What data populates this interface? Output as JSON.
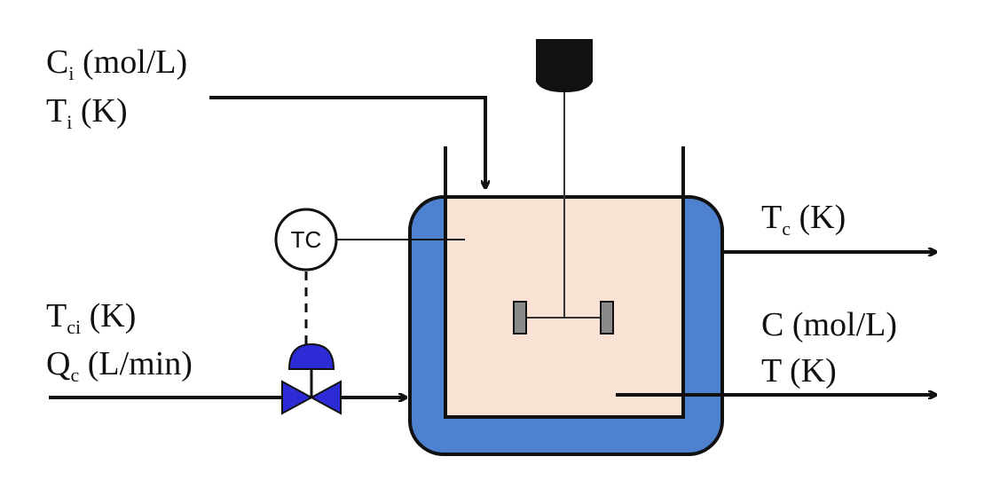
{
  "labels": {
    "inlet_conc": {
      "base": "C",
      "sub": "i",
      "rest": " (mol/L)"
    },
    "inlet_temp": {
      "base": "T",
      "sub": "i",
      "rest": " (K)"
    },
    "coolant_in_temp": {
      "base": "T",
      "sub": "ci",
      "rest": " (K)"
    },
    "coolant_flow": {
      "base": "Q",
      "sub": "c",
      "rest": " (L/min)"
    },
    "coolant_out_temp": {
      "base": "T",
      "sub": "c",
      "rest": " (K)"
    },
    "outlet_conc": {
      "text": "C (mol/L)"
    },
    "outlet_temp": {
      "text": "T (K)"
    },
    "controller": "TC"
  },
  "colors": {
    "jacket": "#4e82cf",
    "reactor_contents": "#f9e1d3",
    "valve": "#2d2bd6",
    "motor": "#111111",
    "impeller": "#8a8a8a",
    "line": "#111111"
  }
}
